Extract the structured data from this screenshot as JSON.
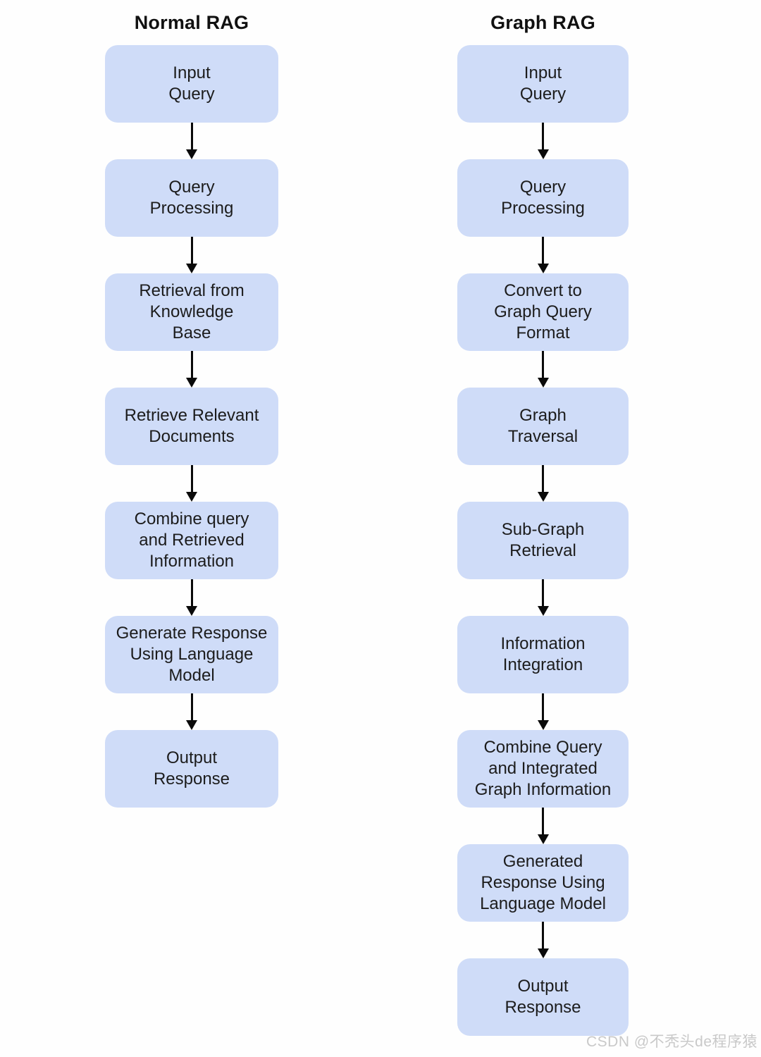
{
  "diagram": {
    "background_color": "#fefefe",
    "node_fill_color": "#cfdcf8",
    "node_text_color": "#1c1c1c",
    "arrow_color": "#0a0a0a",
    "title_color": "#111111"
  },
  "columns": [
    {
      "title": "Normal RAG",
      "nodes": [
        "Input\nQuery",
        "Query\nProcessing",
        "Retrieval from\nKnowledge\nBase",
        "Retrieve Relevant\nDocuments",
        "Combine query\nand Retrieved\nInformation",
        "Generate Response\nUsing Language\nModel",
        "Output\nResponse"
      ]
    },
    {
      "title": "Graph RAG",
      "nodes": [
        "Input\nQuery",
        "Query\nProcessing",
        "Convert to\nGraph Query\nFormat",
        "Graph\nTraversal",
        "Sub-Graph\nRetrieval",
        "Information\nIntegration",
        "Combine Query\nand Integrated\nGraph Information",
        "Generated\nResponse Using\nLanguage Model",
        "Output\nResponse"
      ]
    }
  ],
  "watermark": {
    "text": "CSDN @不秃头de程序猿"
  }
}
